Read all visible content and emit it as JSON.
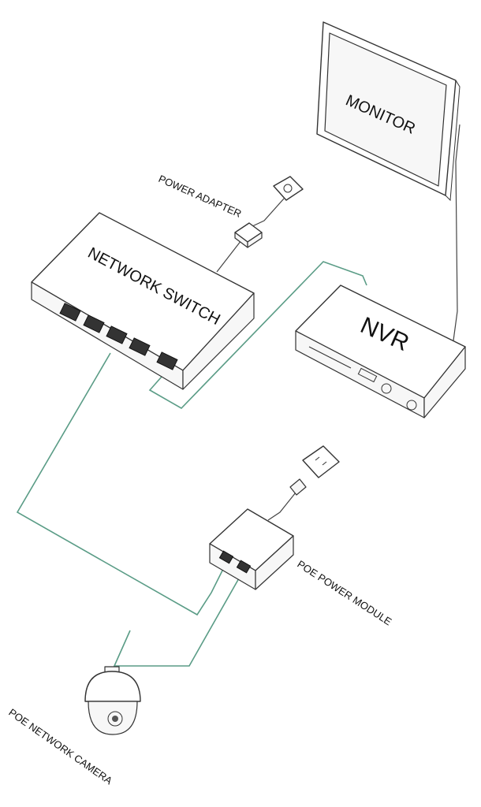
{
  "colors": {
    "network_cable": "#5a9c86",
    "outline": "#333333",
    "background": "#ffffff"
  },
  "labels": {
    "monitor": "MONITOR",
    "power_adapter": "POWER ADAPTER",
    "network_switch": "NETWORK SWITCH",
    "nvr": "NVR",
    "poe_power_module": "POE POWER MODULE",
    "poe_network_camera": "POE NETWORK CAMERA"
  },
  "devices": [
    {
      "id": "monitor",
      "icon": "monitor-icon"
    },
    {
      "id": "wall-outlet-adapter",
      "icon": "wall-outlet-icon"
    },
    {
      "id": "power-adapter",
      "icon": "power-adapter-icon"
    },
    {
      "id": "network-switch",
      "icon": "network-switch-icon",
      "ports": 5
    },
    {
      "id": "nvr",
      "icon": "nvr-icon"
    },
    {
      "id": "wall-outlet-poe",
      "icon": "wall-outlet-icon"
    },
    {
      "id": "poe-power-module",
      "icon": "poe-injector-icon",
      "ports": 2
    },
    {
      "id": "poe-network-camera",
      "icon": "dome-camera-icon"
    }
  ],
  "connections": [
    {
      "from": "wall-outlet-adapter",
      "to": "power-adapter",
      "type": "power"
    },
    {
      "from": "power-adapter",
      "to": "network-switch",
      "type": "power"
    },
    {
      "from": "nvr",
      "to": "monitor",
      "type": "video"
    },
    {
      "from": "network-switch",
      "to": "nvr",
      "type": "network"
    },
    {
      "from": "network-switch",
      "to": "poe-power-module",
      "type": "network"
    },
    {
      "from": "wall-outlet-poe",
      "to": "poe-power-module",
      "type": "power"
    },
    {
      "from": "poe-power-module",
      "to": "poe-network-camera",
      "type": "network"
    }
  ]
}
